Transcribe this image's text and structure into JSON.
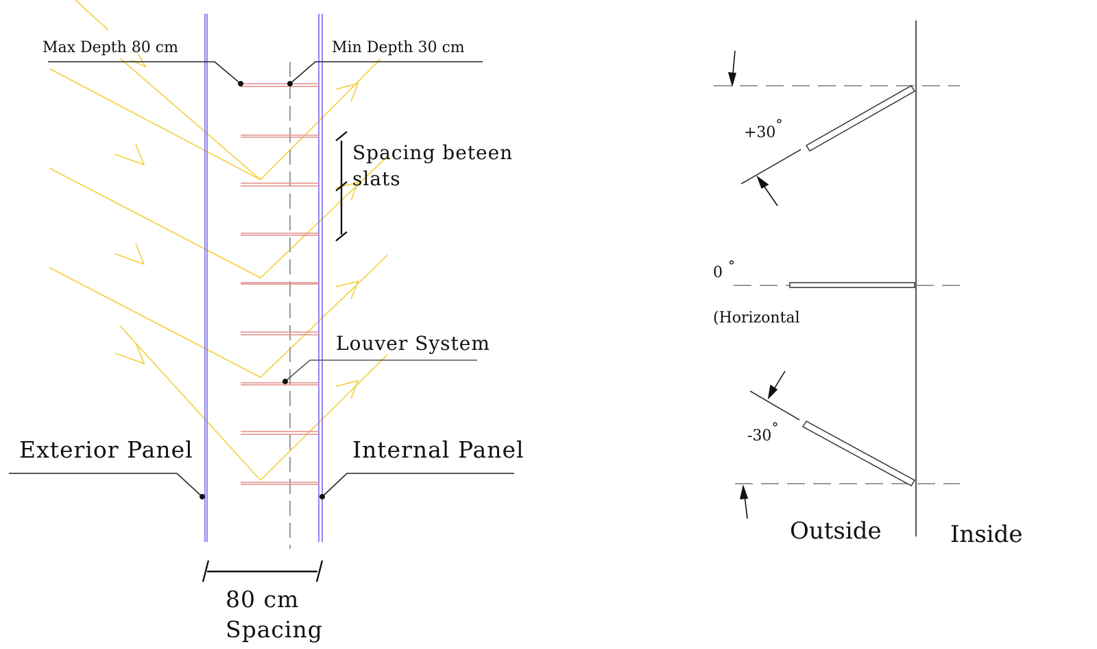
{
  "left_diagram": {
    "max_depth_label": "Max Depth 80 cm",
    "min_depth_label": "Min Depth 30 cm",
    "slat_spacing_label_line1": "Spacing beteen",
    "slat_spacing_label_line2": "slats",
    "louver_system_label": "Louver System",
    "exterior_panel_label": "Exterior Panel",
    "internal_panel_label": "Internal Panel",
    "panel_spacing_line1": "80 cm",
    "panel_spacing_line2": "Spacing"
  },
  "right_diagram": {
    "angle_positive_label": "+30",
    "angle_zero_label": "0",
    "angle_zero_note": "(Horizontal",
    "angle_negative_label": "-30",
    "degree_symbol": "°",
    "outside_label": "Outside",
    "inside_label": "Inside"
  },
  "colors": {
    "light_ray": "#f2cf3a",
    "panel": "#7766ee",
    "slat": "#e28a8a",
    "line": "#222222",
    "dashed": "#999999"
  }
}
